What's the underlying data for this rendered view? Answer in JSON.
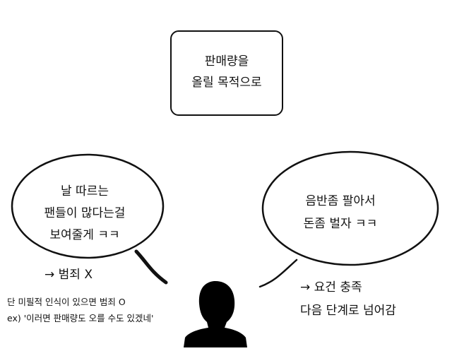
{
  "goal": {
    "line1": "판매량을",
    "line2": "올릴 목적으로"
  },
  "left_bubble": {
    "line1": "날 따르는",
    "line2": "팬들이 많다는걸",
    "line3": "보여줄게 ㅋㅋ"
  },
  "right_bubble": {
    "line1": "음반좀 팔아서",
    "line2": "돈좀 벌자 ㅋㅋ"
  },
  "left_result": {
    "crime": "→ 범죄 X",
    "note1": "단 미필적 인식이 있으면 범죄 O",
    "note2": "ex) '이러면 판매량도 오를 수도 있겠네'"
  },
  "right_result": {
    "line1": "→ 요건 충족",
    "line2": "다음 단계로 넘어감"
  },
  "icons": {
    "person": "person-silhouette-icon"
  }
}
